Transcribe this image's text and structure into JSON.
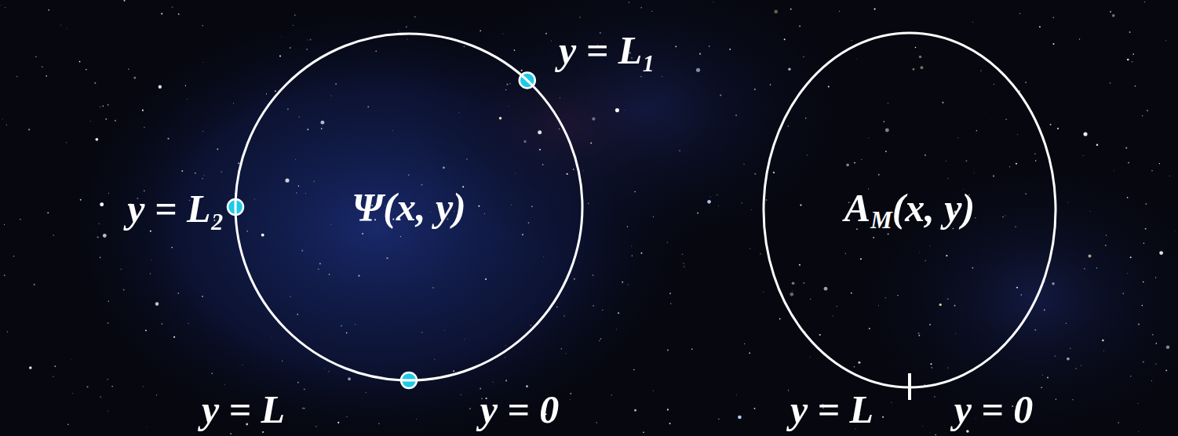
{
  "diagram": {
    "nodes": [
      {
        "text": [
          "Ψ(x, y)"
        ]
      },
      {
        "text": [
          "AM(x, y)"
        ]
      }
    ],
    "labels": [
      "y = L₁",
      "y = L₂",
      "y = L",
      "y = 0",
      "y = L",
      "y = 0"
    ]
  }
}
